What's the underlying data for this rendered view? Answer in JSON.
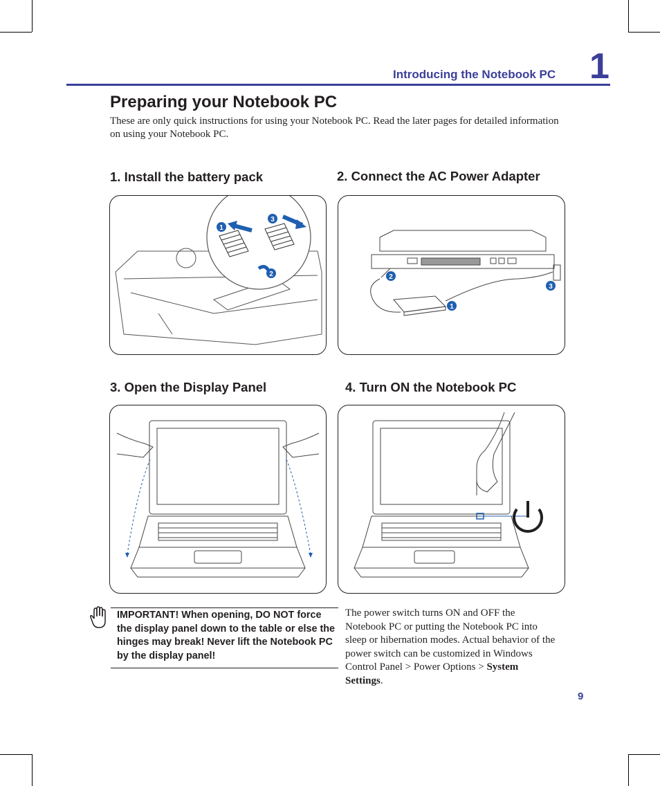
{
  "header": {
    "section_title": "Introducing the Notebook PC",
    "chapter_number": "1"
  },
  "page": {
    "title": "Preparing your Notebook PC",
    "intro": "These are only quick instructions for using your Notebook PC. Read the later pages for detailed information on using your Notebook PC.",
    "page_number": "9"
  },
  "steps": [
    {
      "label": "1. Install the battery pack"
    },
    {
      "label": "2. Connect the AC Power Adapter"
    },
    {
      "label": "3. Open the Display Panel"
    },
    {
      "label": "4. Turn ON the Notebook PC"
    }
  ],
  "callouts": {
    "one": "1",
    "two": "2",
    "three": "3"
  },
  "important": {
    "text": "IMPORTANT!  When opening, DO NOT force the display panel down to the table or else the hinges may break! Never lift the Notebook PC by the display panel!",
    "icon": "hand-icon"
  },
  "power_note": {
    "lead": "The power switch turns ON and OFF the Notebook PC or putting the Notebook PC into sleep or hibernation modes. Actual behavior of the power switch can be customized in Windows Control Panel",
    "sep1": " > ",
    "path1": "Power Options",
    "sep2": " > ",
    "path2": "System Settings",
    "end": "."
  },
  "colors": {
    "accent": "#3b3f98",
    "callout": "#1f5fb0",
    "text": "#231f20"
  }
}
